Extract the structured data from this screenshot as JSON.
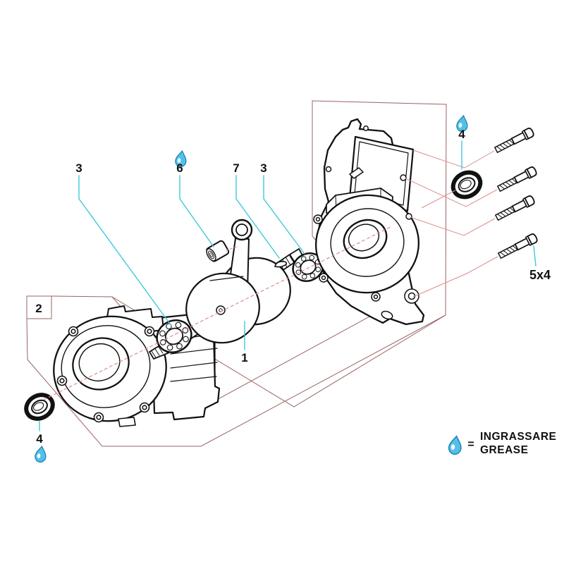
{
  "diagram": {
    "part_labels": [
      {
        "id": "bearing-left",
        "text": "3"
      },
      {
        "id": "plug",
        "text": "6"
      },
      {
        "id": "woodruff-key",
        "text": "7"
      },
      {
        "id": "bearing-right",
        "text": "3"
      },
      {
        "id": "oil-seal-right",
        "text": "4"
      },
      {
        "id": "crankcase-half",
        "text": "2"
      },
      {
        "id": "crankshaft",
        "text": "1"
      },
      {
        "id": "oil-seal-left",
        "text": "4"
      },
      {
        "id": "screw-set",
        "text": "5x4"
      }
    ],
    "legend": {
      "equals": "=",
      "line1": "INGRASSARE",
      "line2": "GREASE"
    },
    "colors": {
      "leader_line": "#3fc8de",
      "axis_dashed": "#e08c8c",
      "screw_leader": "#dc8c8c",
      "region_outline": "#9a6464",
      "drop_fill": "#54c0ea",
      "drop_stroke": "#1b84b4",
      "line_art": "#111111"
    }
  }
}
